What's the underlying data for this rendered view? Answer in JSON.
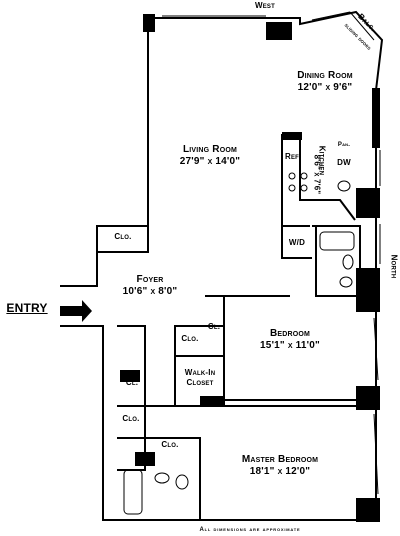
{
  "compass": {
    "west": "West",
    "north": "North"
  },
  "entry": "ENTRY",
  "rooms": {
    "balcony": "Balc.",
    "sliding_doors": "sliding doors",
    "dining_room": {
      "name": "Dining Room",
      "dims": "12'0\" x 9'6\""
    },
    "living_room": {
      "name": "Living Room",
      "dims": "27'9\" x 14'0\""
    },
    "kitchen": {
      "name": "Kitchen",
      "dims": "8'6\" x 7'6\""
    },
    "ref": "Ref",
    "pantry": "Pan.",
    "dishwasher": "DW",
    "washer_dryer": "W/D",
    "foyer": {
      "name": "Foyer",
      "dims": "10'6\" x 8'0\""
    },
    "bedroom": {
      "name": "Bedroom",
      "dims": "15'1\" x 11'0\""
    },
    "walk_in_closet": {
      "line1": "Walk-In",
      "line2": "Closet"
    },
    "master_bedroom": {
      "name": "Master Bedroom",
      "dims": "18'1\" x 12'0\""
    }
  },
  "closets": {
    "foyer": "Clo.",
    "bedroom_hall": "Clo.",
    "bedroom_inner": "Cl.",
    "hall_1": "Cl.",
    "hall_2": "Clo.",
    "master": "Clo."
  },
  "footer": "All dimensions are approximate"
}
